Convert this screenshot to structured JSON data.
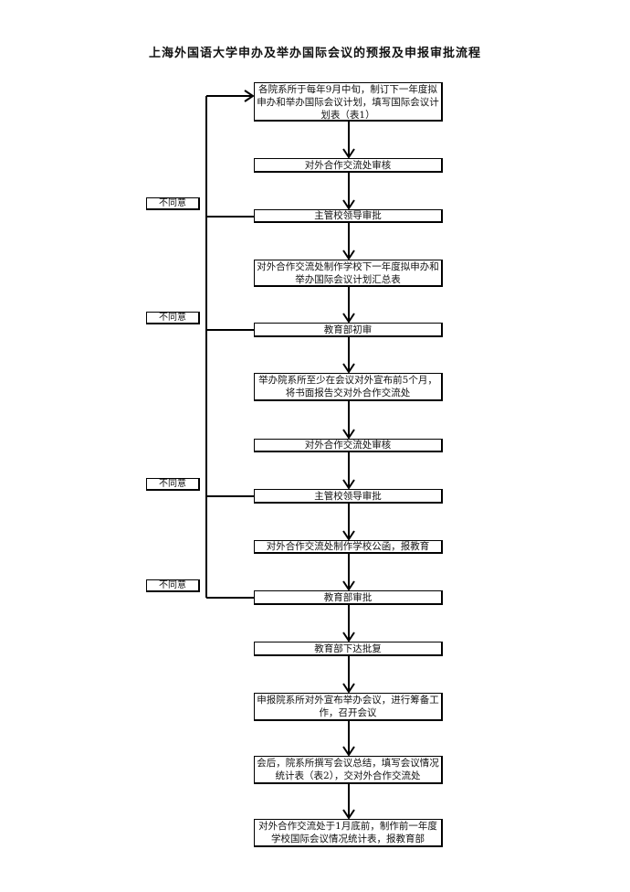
{
  "title": "上海外国语大学申办及举办国际会议的预报及申报审批流程",
  "steps": [
    "各院系所于每年9月中旬，制订下一年度拟申办和举办国际会议计划，填写国际会议计划表（表1）",
    "对外合作交流处审核",
    "主管校领导审批",
    "对外合作交流处制作学校下一年度拟申办和举办国际会议计划汇总表",
    "教育部初审",
    "举办院系所至少在会议对外宣布前5个月，将书面报告交对外合作交流处",
    "对外合作交流处审核",
    "主管校领导审批",
    "对外合作交流处制作学校公函，报教育",
    "教育部审批",
    "教育部下达批复",
    "申报院系所对外宣布举办会议，进行筹备工作，召开会议",
    "会后，院系所撰写会议总结，填写会议情况统计表（表2），交对外合作交流处",
    "对外合作交流处于1月底前，制作前一年度学校国际会议情况统计表，报教育部"
  ],
  "disagree_labels": [
    "不同意",
    "不同意",
    "不同意",
    "不同意"
  ]
}
